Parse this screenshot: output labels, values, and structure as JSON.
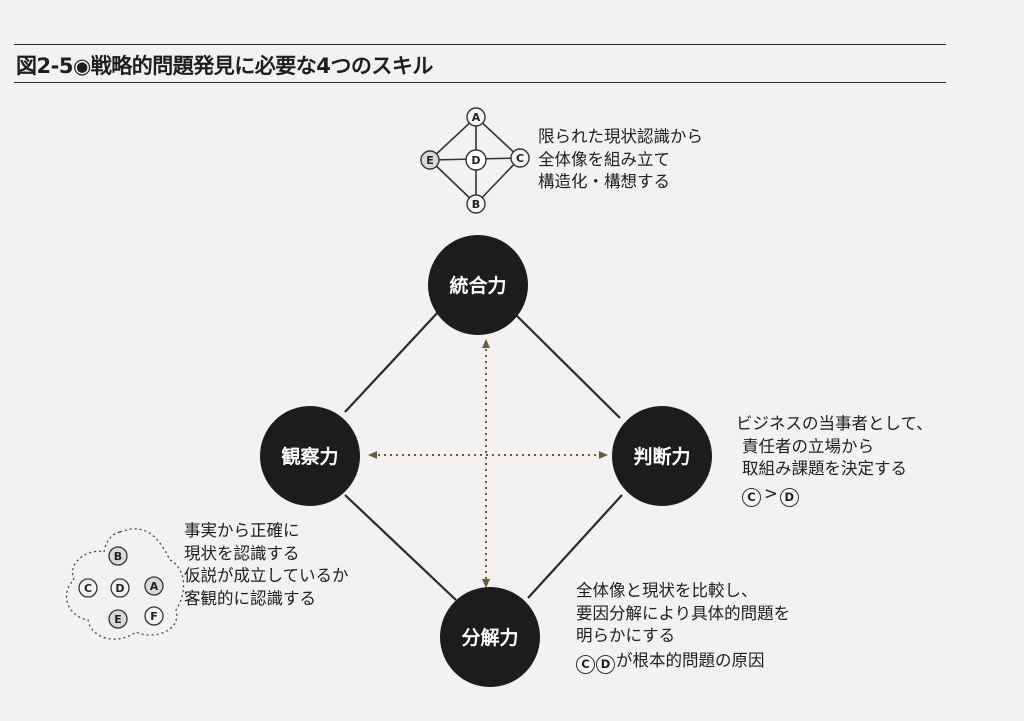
{
  "header": {
    "title": "図2-5◉戦略的問題発見に必要な4つのスキル"
  },
  "nodes": {
    "top": "統合力",
    "left": "観察力",
    "right": "判断力",
    "bottom": "分解力"
  },
  "icons": {
    "network": {
      "a": "A",
      "b": "B",
      "c": "C",
      "d": "D",
      "e": "E"
    },
    "cluster": {
      "b": "B",
      "c": "C",
      "d": "D",
      "a": "A",
      "e": "E",
      "f": "F"
    }
  },
  "descriptions": {
    "top": {
      "lines": [
        "限られた現状認識から",
        "全体像を組み立て",
        "構造化・構想する"
      ]
    },
    "right": {
      "lines": [
        "ビジネスの当事者として、",
        "責任者の立場から",
        "取組み課題を決定する"
      ],
      "relation": {
        "left": "C",
        "op": ">",
        "right": "D"
      }
    },
    "left": {
      "lines": [
        "事実から正確に",
        "現状を認識する",
        "仮説が成立しているか",
        "客観的に認識する"
      ]
    },
    "bottom": {
      "lines": [
        "全体像と現状を比較し、",
        "要因分解により具体的問題を",
        "明らかにする"
      ],
      "relation": {
        "c": "C",
        "d": "D",
        "text": "が根本的問題の原因"
      }
    }
  }
}
